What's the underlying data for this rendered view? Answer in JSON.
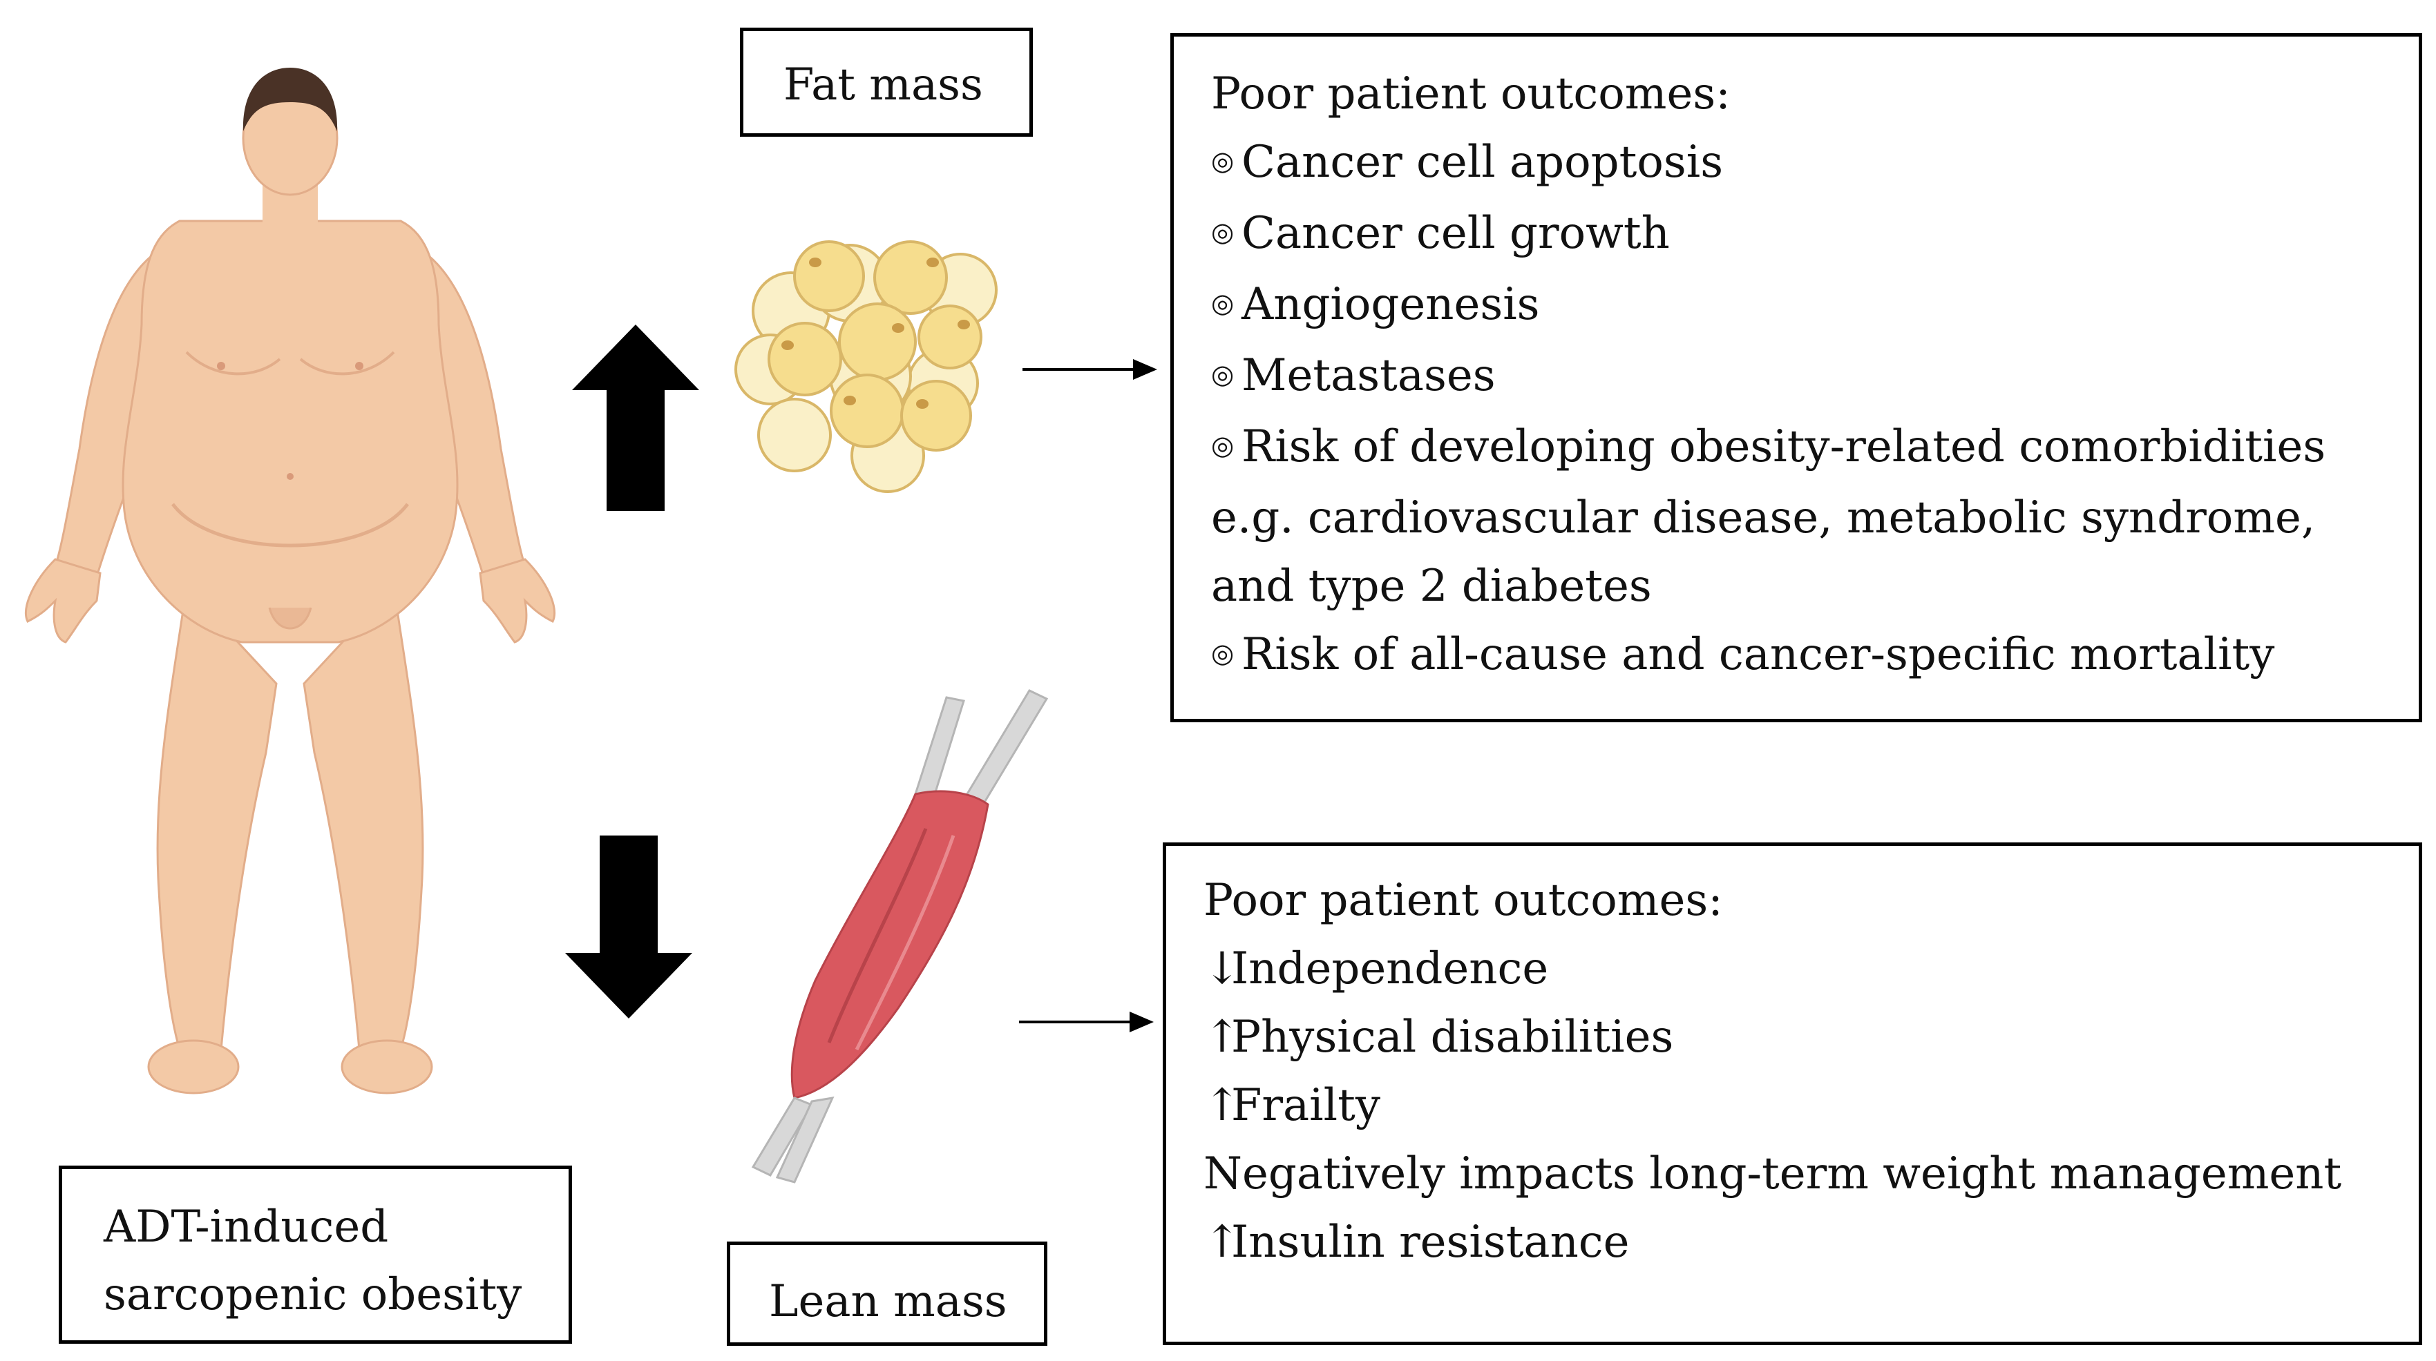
{
  "labels": {
    "fat_mass": "Fat mass",
    "lean_mass": "Lean mass",
    "condition_line1": "ADT-induced",
    "condition_line2": "sarcopenic obesity"
  },
  "fat_outcomes": {
    "heading": "Poor patient outcomes:",
    "bullet_icon": "spiral-bullet",
    "items": [
      "Cancer cell apoptosis",
      "Cancer cell growth",
      "Angiogenesis",
      "Metastases",
      "Risk of developing obesity-related comorbidities"
    ],
    "comorbidity_example_line1": "e.g. cardiovascular disease, metabolic syndrome,",
    "comorbidity_example_line2": "and type 2 diabetes",
    "last_item": "Risk of all-cause and cancer-specific mortality"
  },
  "lean_outcomes": {
    "heading": "Poor patient outcomes:",
    "items": [
      {
        "symbol": "↓",
        "text": "Independence"
      },
      {
        "symbol": "↑",
        "text": "Physical disabilities"
      },
      {
        "symbol": "↑",
        "text": "Frailty"
      },
      {
        "symbol": "",
        "text": "Negatively impacts long-term weight management"
      },
      {
        "symbol": "↑",
        "text": "Insulin resistance"
      }
    ]
  },
  "colors": {
    "skin": "#f3c9a6",
    "skin_shadow": "#e4a985",
    "hair": "#4a3226",
    "fat_cell": "#f6dd8e",
    "fat_cell_pale": "#faf0c8",
    "muscle": "#d9585f",
    "tendon": "#d8d8d8"
  }
}
